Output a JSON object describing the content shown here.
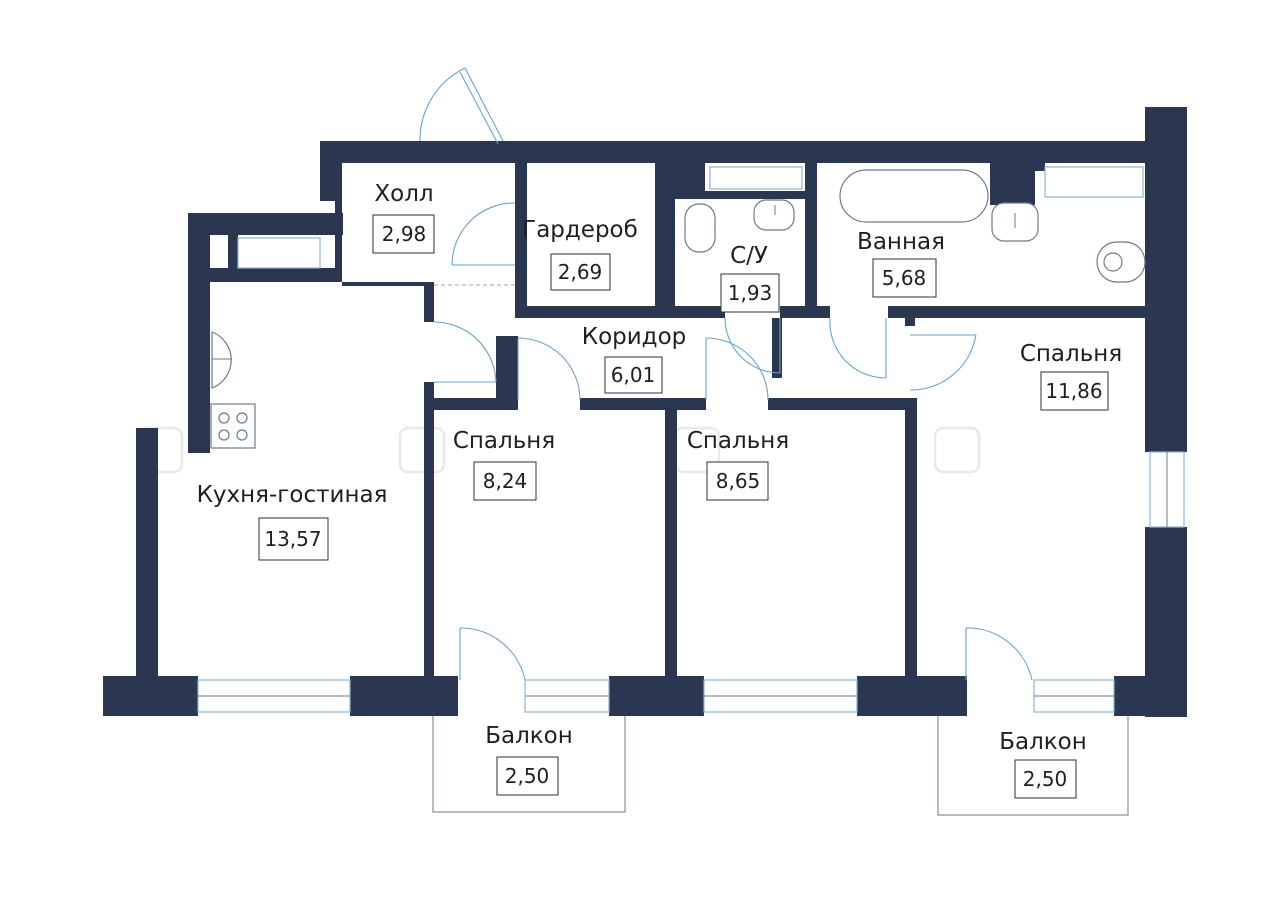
{
  "rooms": [
    {
      "name": "Холл",
      "area": "2,98"
    },
    {
      "name": "Гардероб",
      "area": "2,69"
    },
    {
      "name": "С/У",
      "area": "1,93"
    },
    {
      "name": "Ванная",
      "area": "5,68"
    },
    {
      "name": "Коридор",
      "area": "6,01"
    },
    {
      "name": "Спальня",
      "area": "11,86"
    },
    {
      "name": "Спальня",
      "area": "8,24"
    },
    {
      "name": "Спальня",
      "area": "8,65"
    },
    {
      "name": "Кухня-гостиная",
      "area": "13,57"
    },
    {
      "name": "Балкон",
      "area": "2,50"
    },
    {
      "name": "Балкон",
      "area": "2,50"
    }
  ],
  "colors": {
    "wall": "#2b3650",
    "window": "#8fb4cf",
    "door": "#6aa3cf"
  },
  "watermark_icon": "flat-logo-icon"
}
